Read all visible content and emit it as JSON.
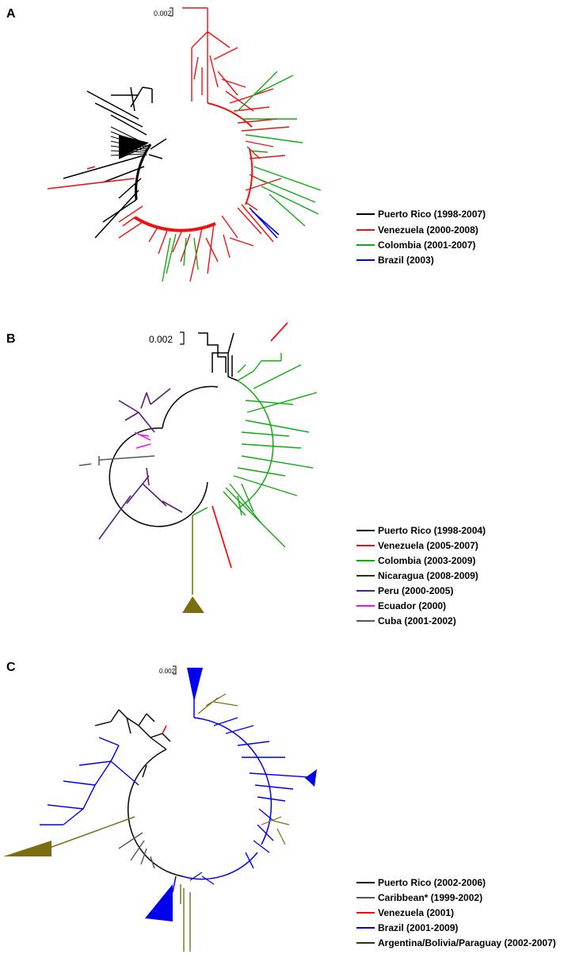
{
  "colors": {
    "black": "#000000",
    "red": "#ee1111",
    "green": "#11aa11",
    "blue": "#0000ee",
    "olive": "#7a6e10",
    "dark_olive": "#333300",
    "purple": "#5a1a7a",
    "magenta": "#ee11ee",
    "gray": "#555555"
  },
  "panels": [
    {
      "letter": "A",
      "scale": "0.002",
      "legend": [
        {
          "label": "Puerto Rico (1998-2007)",
          "color": "black"
        },
        {
          "label": "Venezuela (2000-2008)",
          "color": "red"
        },
        {
          "label": "Colombia (2001-2007)",
          "color": "green"
        },
        {
          "label": "Brazil (2003)",
          "color": "blue"
        }
      ]
    },
    {
      "letter": "B",
      "scale": "0.002",
      "legend": [
        {
          "label": "Puerto Rico (1998-2004)",
          "color": "black"
        },
        {
          "label": "Venezuela (2005-2007)",
          "color": "red"
        },
        {
          "label": "Colombia (2003-2009)",
          "color": "green"
        },
        {
          "label": "Nicaragua (2008-2009)",
          "color": "dark_olive"
        },
        {
          "label": "Peru (2000-2005)",
          "color": "purple"
        },
        {
          "label": "Ecuador (2000)",
          "color": "magenta"
        },
        {
          "label": "Cuba (2001-2002)",
          "color": "gray"
        }
      ]
    },
    {
      "letter": "C",
      "scale": "0.002",
      "legend": [
        {
          "label": "Puerto Rico (2002-2006)",
          "color": "black"
        },
        {
          "label": "Caribbean* (1999-2002)",
          "color": "gray"
        },
        {
          "label": "Venezuela (2001)",
          "color": "red"
        },
        {
          "label": "Brazil (2001-2009)",
          "color": "blue"
        },
        {
          "label": "Argentina/Bolivia/Paraguay (2002-2007)",
          "color": "dark_olive"
        }
      ]
    }
  ]
}
